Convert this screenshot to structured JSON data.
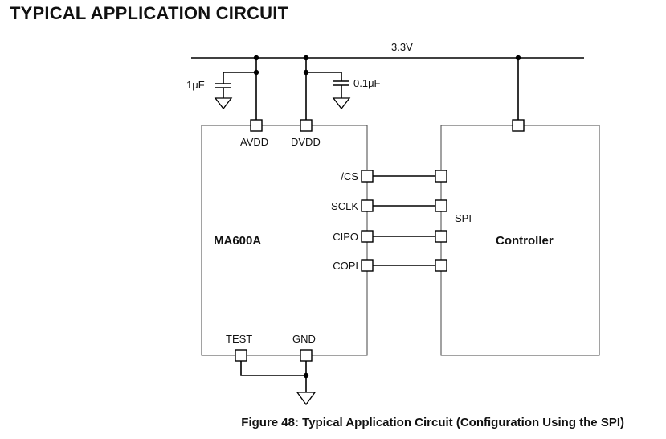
{
  "page": {
    "title": "TYPICAL APPLICATION CIRCUIT",
    "caption": "Figure 48: Typical Application Circuit (Configuration Using the SPI)"
  },
  "supply": {
    "label": "3.3V"
  },
  "capacitors": {
    "c1": "1μF",
    "c2": "0.1μF"
  },
  "chip": {
    "name": "MA600A",
    "pins": {
      "avdd": "AVDD",
      "dvdd": "DVDD",
      "cs": "/CS",
      "sclk": "SCLK",
      "cipo": "CIPO",
      "copi": "COPI",
      "test": "TEST",
      "gnd": "GND"
    }
  },
  "controller": {
    "name": "Controller"
  },
  "bus": {
    "label": "SPI"
  }
}
